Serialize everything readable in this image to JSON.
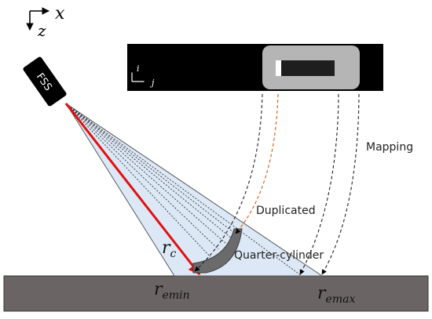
{
  "axes": {
    "x_label": "x",
    "z_label": "z"
  },
  "sensor": {
    "label": "FSS"
  },
  "image_panel": {
    "i_label": "i",
    "j_label": "j"
  },
  "labels": {
    "mapping": "Mapping",
    "duplicated": "Duplicated",
    "quarter_cylinder": "Quarter-cylinder"
  },
  "radii": {
    "center": {
      "base": "r",
      "sub": "c"
    },
    "min": {
      "base": "r",
      "sub": "emin"
    },
    "max": {
      "base": "r",
      "sub": "emax"
    }
  },
  "colors": {
    "beam_fill": "#dce8f5",
    "central_ray": "#e01010",
    "duplicated_line": "#d45a10",
    "ground": "#6b6464",
    "panel": "#000000",
    "object": "#b5b5b5"
  }
}
